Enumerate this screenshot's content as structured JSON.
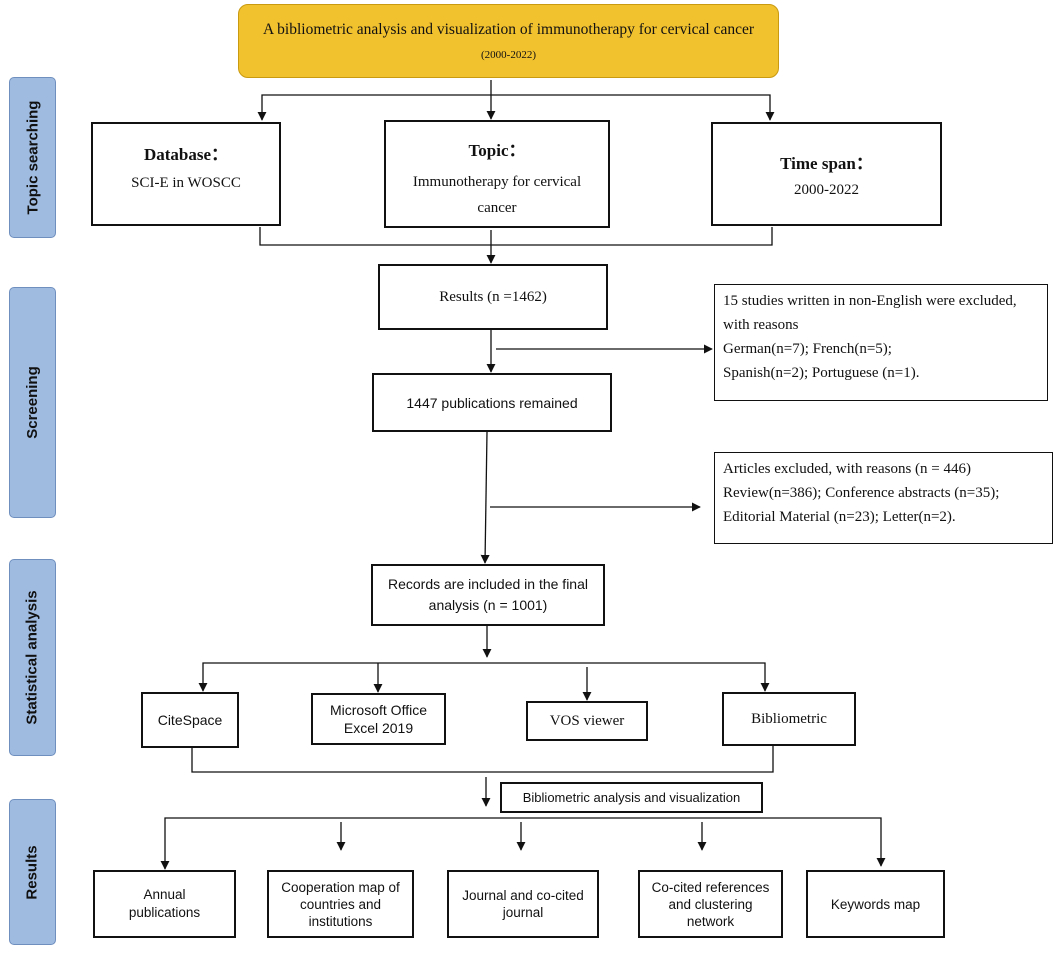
{
  "title": {
    "main": "A bibliometric analysis and visualization of immunotherapy for cervical cancer",
    "sub": "(2000-2022)"
  },
  "sections": {
    "topic_searching": "Topic searching",
    "screening": "Screening",
    "statistical_analysis": "Statistical analysis",
    "results": "Results"
  },
  "search": {
    "database": {
      "label": "Database：",
      "value": "SCI-E in WOSCC"
    },
    "topic": {
      "label": "Topic：",
      "value": "Immunotherapy for cervical cancer"
    },
    "time_span": {
      "label": "Time span：",
      "value": "2000-2022"
    }
  },
  "screening": {
    "results": "Results (n =1462)",
    "remaining": "1447 publications remained",
    "exclusion_language": {
      "line1": "15 studies written in non-English were excluded,",
      "line2": "with reasons",
      "line3": "German(n=7); French(n=5);",
      "line4": "Spanish(n=2); Portuguese (n=1)."
    },
    "exclusion_type": {
      "line1": "Articles excluded, with reasons (n = 446)",
      "line2": "Review(n=386); Conference abstracts (n=35);",
      "line3": "Editorial Material (n=23); Letter(n=2)."
    },
    "final": "Records are included in the final analysis (n = 1001)"
  },
  "tools": {
    "citespace": "CiteSpace",
    "excel": "Microsoft Office Excel 2019",
    "vos": "VOS viewer",
    "bibliometric": "Bibliometric"
  },
  "analysis_label": "Bibliometric analysis and visualization",
  "outputs": {
    "annual": "Annual publications",
    "cooperation": "Cooperation map of countries and institutions",
    "journal": "Journal and co-cited journal",
    "cocited": "Co-cited references and clustering network",
    "keywords": "Keywords map"
  }
}
